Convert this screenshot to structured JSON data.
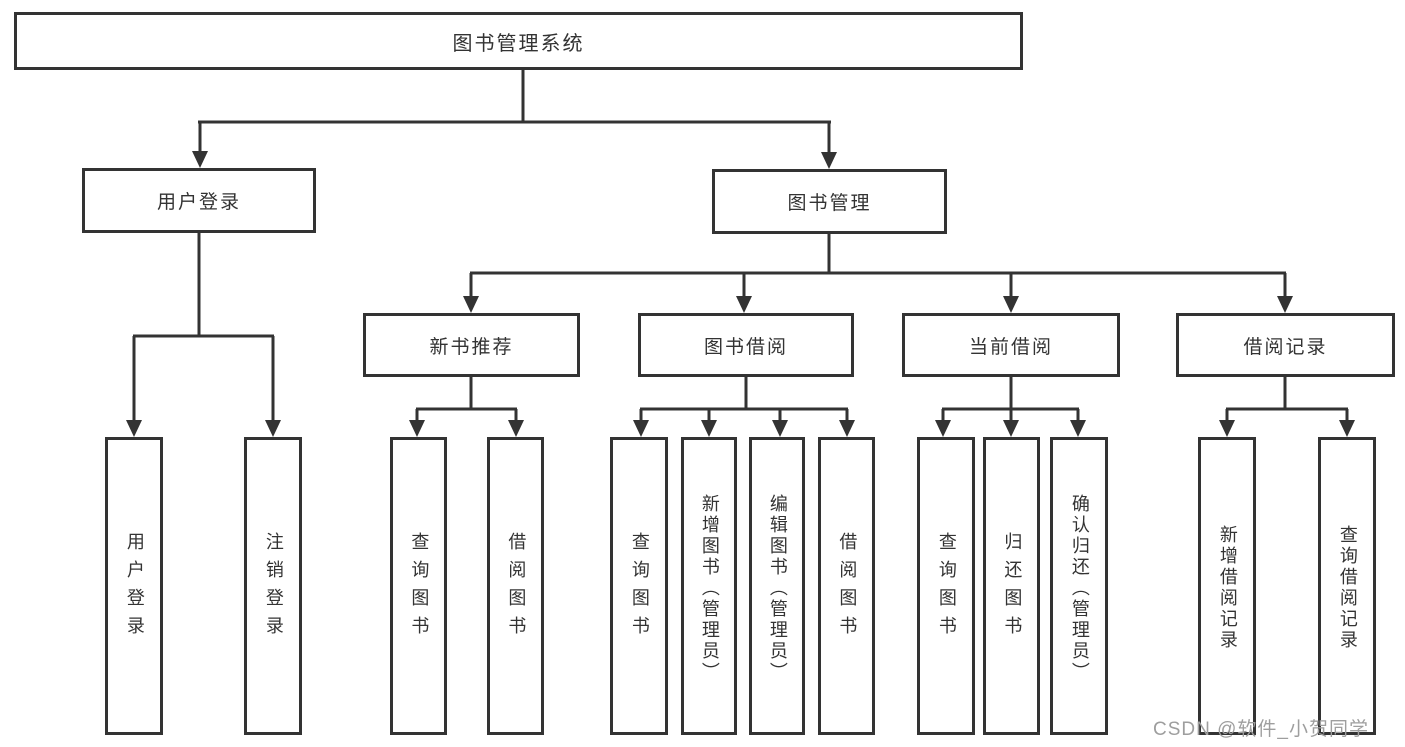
{
  "tree": {
    "root": "图书管理系统",
    "branches": [
      {
        "label": "用户登录",
        "children": [
          "用户登录",
          "注销登录"
        ]
      },
      {
        "label": "图书管理",
        "groups": [
          {
            "label": "新书推荐",
            "children": [
              "查询图书",
              "借阅图书"
            ]
          },
          {
            "label": "图书借阅",
            "children": [
              "查询图书",
              "新增图书（管理员）",
              "编辑图书（管理员）",
              "借阅图书"
            ]
          },
          {
            "label": "当前借阅",
            "children": [
              "查询图书",
              "归还图书",
              "确认归还（管理员）"
            ]
          },
          {
            "label": "借阅记录",
            "children": [
              "新增借阅记录",
              "查询借阅记录"
            ]
          }
        ]
      }
    ]
  },
  "watermark": {
    "text": "CSDN @软件_小贺同学"
  },
  "colors": {
    "line": "#333333",
    "box_border": "#333333",
    "text": "#333333",
    "watermark": "#9e9e9e",
    "background": "#ffffff"
  }
}
